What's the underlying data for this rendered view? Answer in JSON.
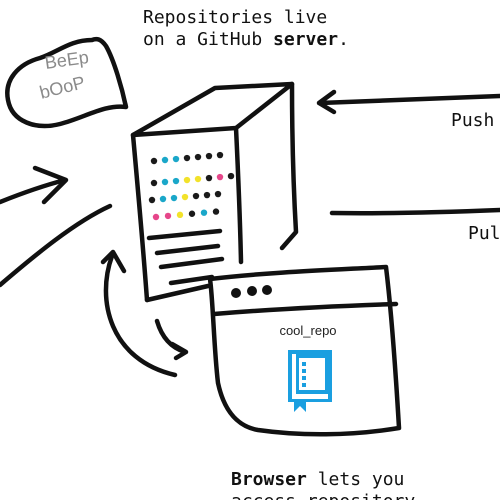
{
  "top_caption": {
    "line1": "Repositories live",
    "line2_prefix": "on a GitHub ",
    "line2_bold": "server",
    "line2_suffix": "."
  },
  "bubble": {
    "line1": "BeEp",
    "line2": "bOoP"
  },
  "arrows": {
    "push_label": "Push",
    "pull_label": "Pul"
  },
  "browser": {
    "repo_name": "cool_repo",
    "icon": "repo-book-icon",
    "icon_color": "#1a9fe0"
  },
  "bottom_caption": {
    "bold": "Browser",
    "rest": " lets you",
    "line2": "access repository"
  },
  "colors": {
    "ink": "#111111",
    "led_cyan": "#1aa7c9",
    "led_yellow": "#f2e22a",
    "led_pink": "#e6468a",
    "led_dark": "#1a1a1a",
    "bubble_text": "#8a8a8a"
  }
}
